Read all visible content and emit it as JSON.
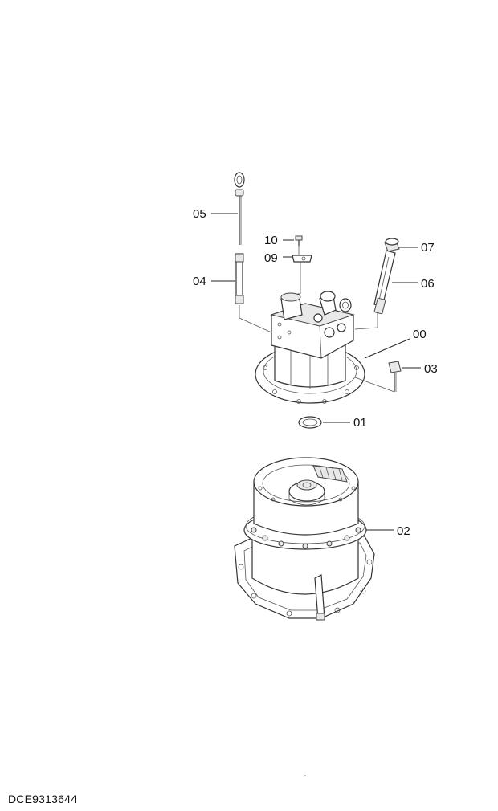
{
  "callouts": {
    "c00": "00",
    "c01": "01",
    "c02": "02",
    "c03": "03",
    "c04": "04",
    "c05": "05",
    "c06": "06",
    "c07": "07",
    "c09": "09",
    "c10": "10"
  },
  "footer": {
    "doc_code": "DCE9313644"
  }
}
